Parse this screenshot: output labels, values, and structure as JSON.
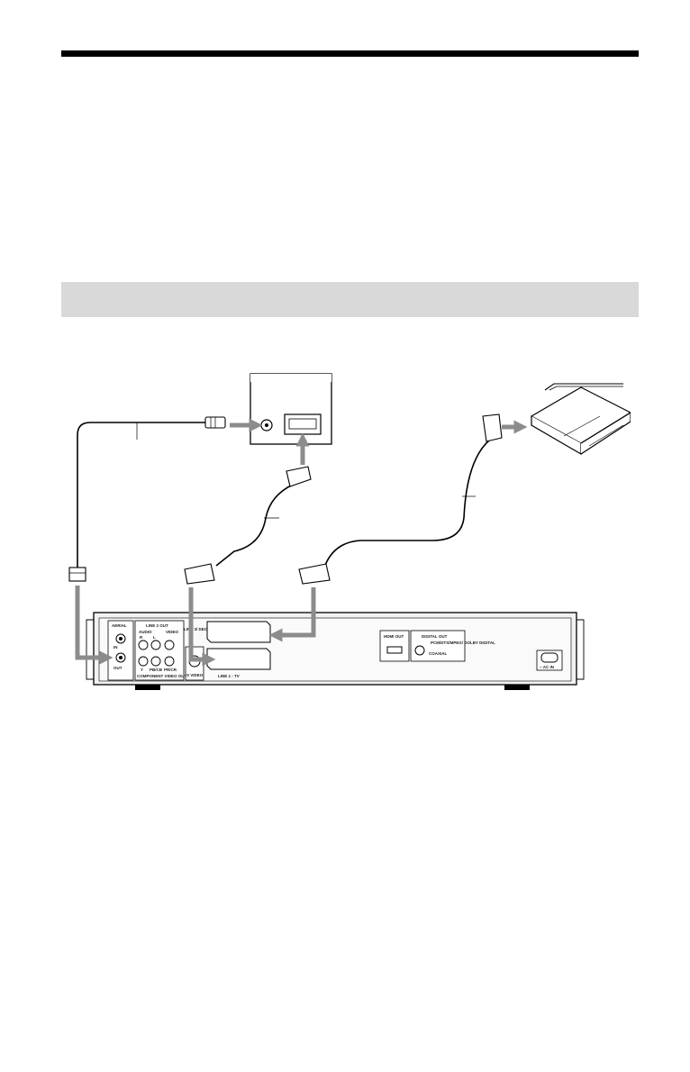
{
  "panel": {
    "aerial_label": "AERIAL",
    "aerial_in": "IN",
    "aerial_out": "OUT",
    "line2_out": "LINE 2 OUT",
    "audio_label": "AUDIO",
    "audio_r": "R",
    "audio_l": "L",
    "video_label": "VIDEO",
    "component_label": "COMPONENT VIDEO OUT",
    "comp_y": "Y",
    "comp_pb": "PB/CB",
    "comp_pr": "PR/CR",
    "svideo_label": "S VIDEO",
    "line1_label": "LINE 1 - TV",
    "line3_label": "LINE 3/ DECODER",
    "hdmi_label": "HDMI OUT",
    "digital_out_label": "DIGITAL OUT",
    "pcm_label": "PCM/DTS/MPEG/ DOLBY DIGITAL",
    "coaxial_label": "COAXIAL",
    "ac_in_label": "~ AC IN"
  },
  "colors": {
    "arrow": "#8c8c8c",
    "line": "#000000",
    "panel_fill": "#f2f2f2",
    "section_band": "#d9d9d9"
  }
}
